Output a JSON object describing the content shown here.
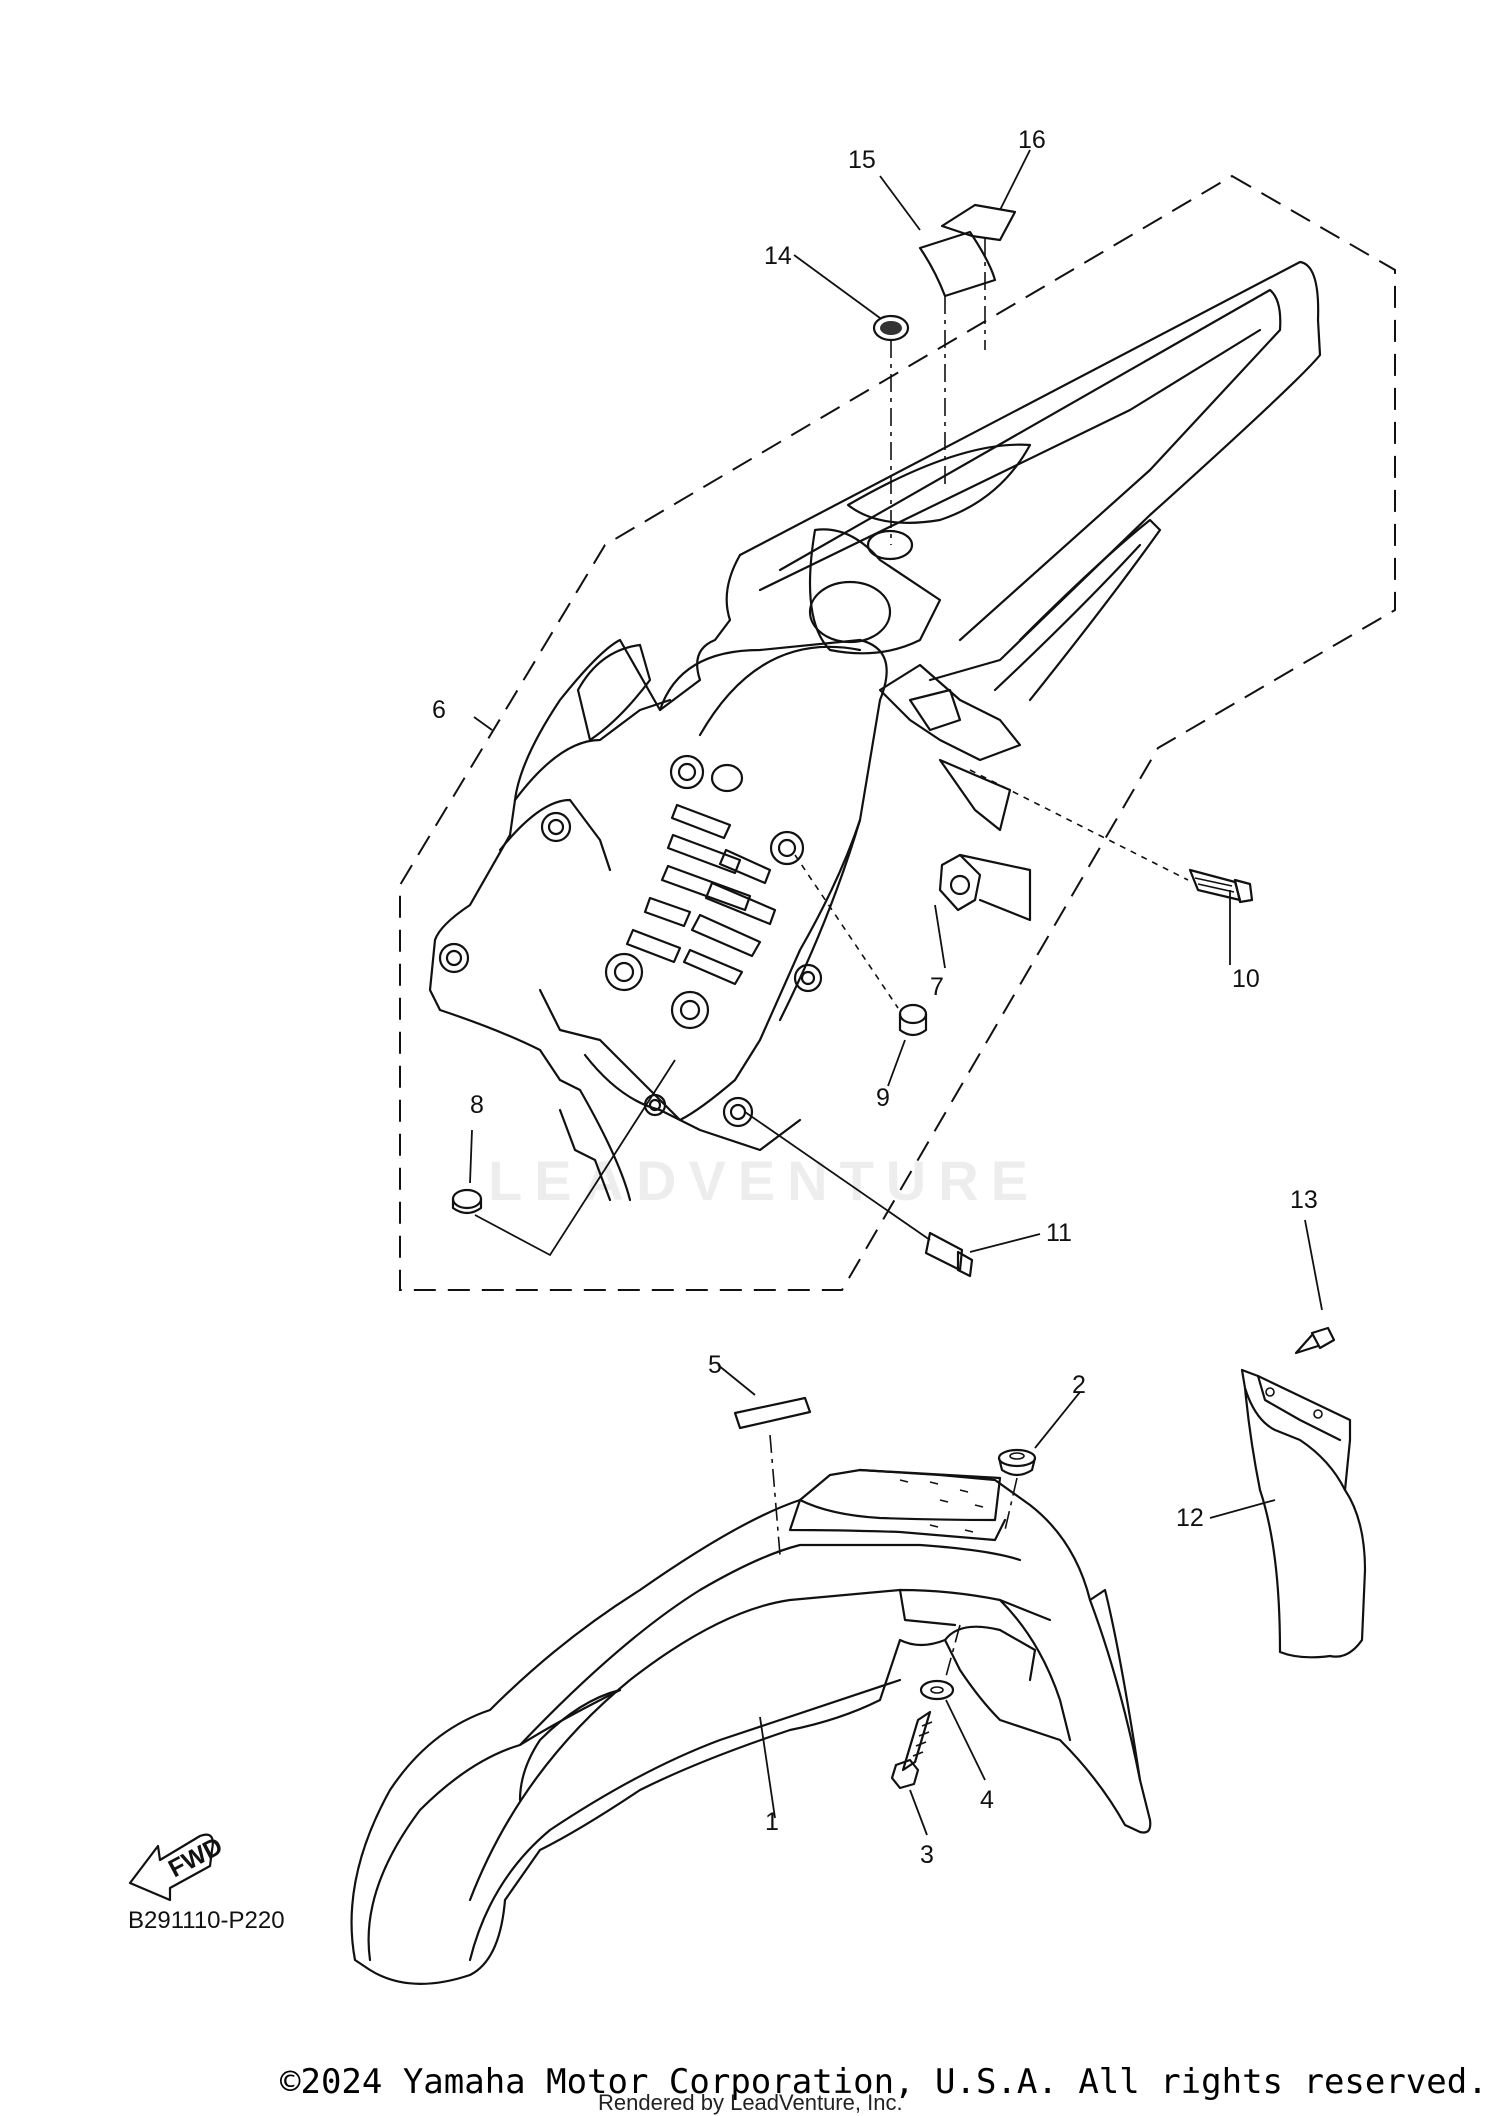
{
  "diagram_code": "B291110-P220",
  "copyright": "©2024 Yamaha Motor Corporation, U.S.A. All rights reserved.",
  "rendered_by": "Rendered by LeadVenture, Inc.",
  "watermark": "LEADVENTURE",
  "fwd_label": "FWD",
  "callouts": {
    "c1": "1",
    "c2": "2",
    "c3": "3",
    "c4": "4",
    "c5": "5",
    "c6": "6",
    "c7": "7",
    "c8": "8",
    "c9": "9",
    "c10": "10",
    "c11": "11",
    "c12": "12",
    "c13": "13",
    "c14": "14",
    "c15": "15",
    "c16": "16"
  }
}
